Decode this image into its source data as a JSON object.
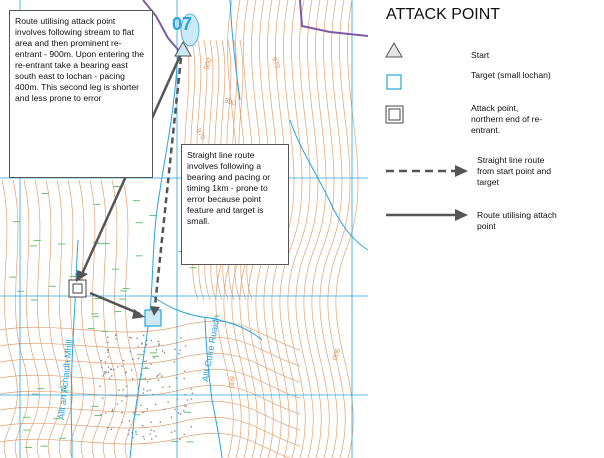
{
  "legend": {
    "title": "ATTACK POINT",
    "items": [
      {
        "symbol": "triangle",
        "label": "Start"
      },
      {
        "symbol": "square",
        "label": "Target (small lochan)"
      },
      {
        "symbol": "double-square",
        "label": "Attack point, northern end of re-entrant."
      },
      {
        "symbol": "dashed-arrow",
        "label": "Straight line route from start point and target"
      },
      {
        "symbol": "solid-arrow",
        "label": "Route utilising attach point"
      }
    ]
  },
  "callouts": {
    "attack_route": "Route utilising attack point involves following stream to flat area and then prominent re-entrant - 900m. Upon entering the re-entrant take a bearing east south east to lochan - pacing 400m. This second leg is shorter and less prone to error",
    "straight_route": "Straight line route involves following a bearing and pacing or timing 1km - prone to error because point feature and target is small."
  },
  "map": {
    "grid_number": "07",
    "stream_labels": {
      "left": "Allt an Achaidh Mhill",
      "right": "Allt Coire Ruaidh"
    },
    "contour_labels": [
      "970",
      "890",
      "900",
      "970",
      "900",
      "600"
    ],
    "colors": {
      "contour": "#d9925a",
      "water": "#29a3dd",
      "grid": "#29a3dd",
      "boundary": "#7d5ca6",
      "route": "#555555",
      "symbol_fill": "#cde9f6"
    }
  }
}
